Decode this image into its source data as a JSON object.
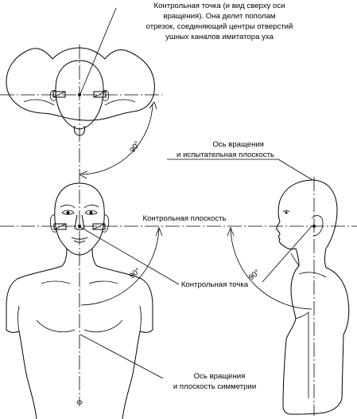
{
  "labels": {
    "reference_point_top": [
      "Контрольная точка (и вид сверху оси",
      "вращения). Она делит пополам",
      "отрезок, соединяющий центры отверстий",
      "ушных каналов имитатора уха"
    ],
    "rotation_axis_test_plane": [
      "Ось вращения",
      "и испытательная плоскость"
    ],
    "reference_plane": "Контрольная плоскость",
    "reference_point": "Контрольная точка",
    "rotation_axis_symmetry_plane": [
      "Ось вращения",
      "и плоскость симметрии"
    ],
    "angle_top": "90°",
    "angle_front": "90°",
    "angle_side": "90°"
  }
}
